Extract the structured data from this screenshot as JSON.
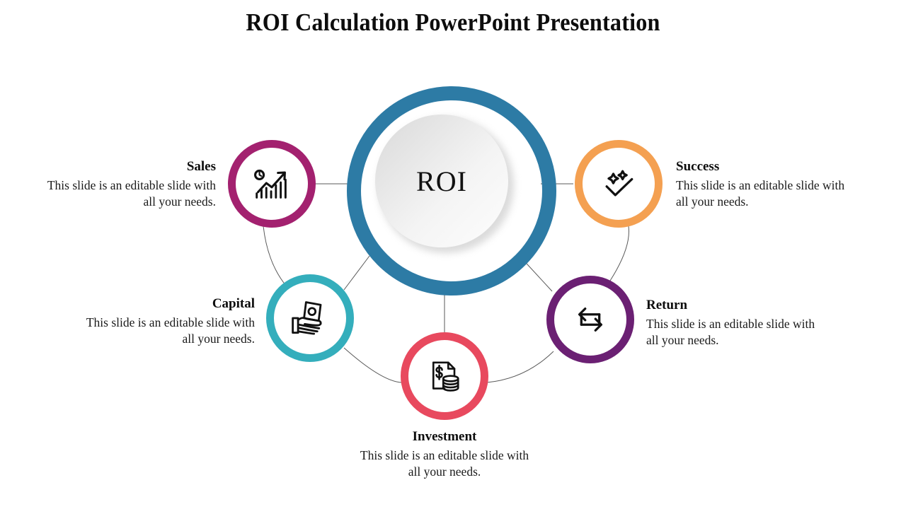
{
  "slide": {
    "title": "ROI Calculation PowerPoint Presentation",
    "background_color": "#ffffff"
  },
  "hub": {
    "label": "ROI",
    "ring_color": "#2d7ba5",
    "inner_fill": "#e9e9e9"
  },
  "connector": {
    "line_color": "#595959"
  },
  "nodes": [
    {
      "key": "sales",
      "title": "Sales",
      "body": "This slide is an editable slide with all your needs.",
      "color": "#a3216f",
      "icon": "growth-chart-icon",
      "text_align": "right"
    },
    {
      "key": "success",
      "title": "Success",
      "body": "This slide is an editable slide with all your needs.",
      "color": "#f4a051",
      "icon": "check-sparkle-icon",
      "text_align": "left"
    },
    {
      "key": "return",
      "title": "Return",
      "body": "This slide is an editable slide with all your needs.",
      "color": "#6b2073",
      "icon": "exchange-arrows-icon",
      "text_align": "left"
    },
    {
      "key": "investment",
      "title": "Investment",
      "body": "This slide is an editable slide with all your needs.",
      "color": "#e8495e",
      "icon": "document-coins-icon",
      "text_align": "center"
    },
    {
      "key": "capital",
      "title": "Capital",
      "body": "This slide is an editable slide with all your needs.",
      "color": "#34aebc",
      "icon": "hand-money-icon",
      "text_align": "right"
    }
  ]
}
